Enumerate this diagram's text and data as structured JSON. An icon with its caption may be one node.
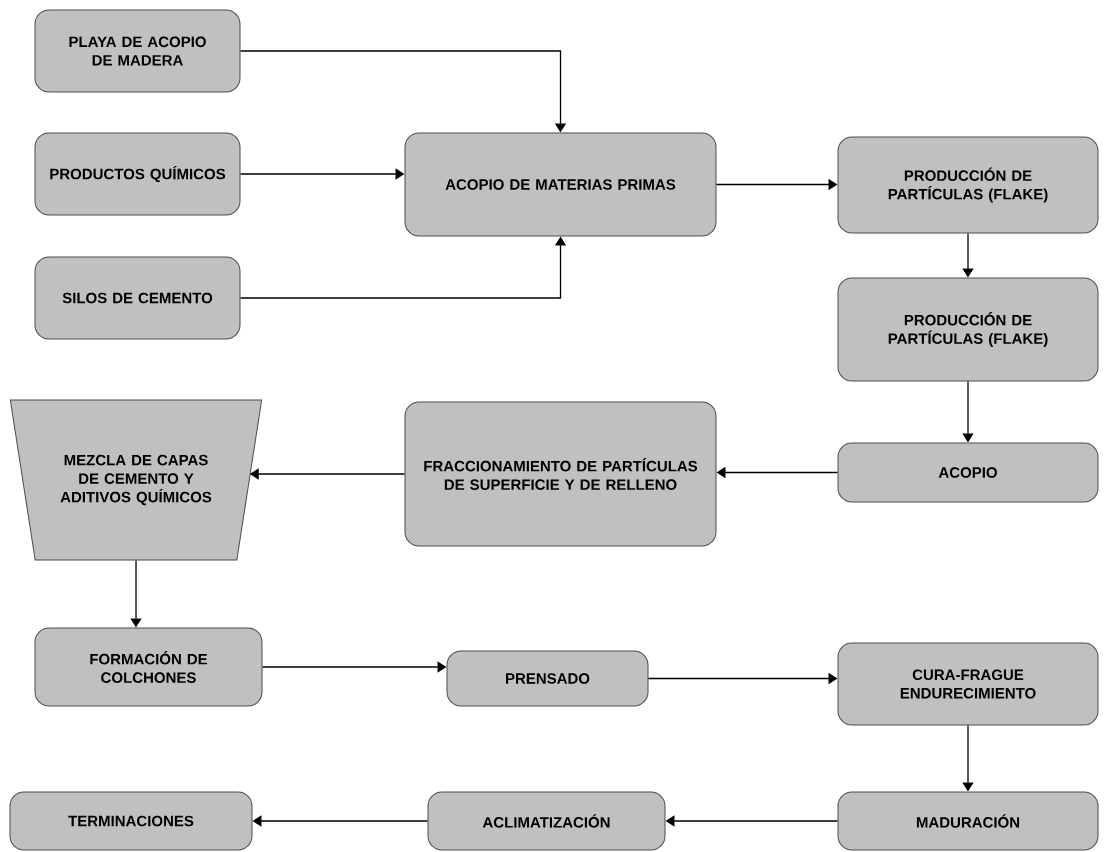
{
  "diagram": {
    "nodes": [
      {
        "text": [
          "PLAYA DE ACOPIO DE MADERA"
        ]
      },
      {
        "text": [
          "PRODUCTOS QUÍMICOS"
        ]
      },
      {
        "text": [
          "SILOS DE CEMENTO"
        ]
      },
      {
        "text": [
          "ACOPIO DE MATERIAS PRIMAS"
        ]
      },
      {
        "text": [
          "PRODUCCIÓN DE PARTÍCULAS (FLAKE)"
        ]
      },
      {
        "text": [
          "PRODUCCIÓN DE PARTÍCULAS (FLAKE)"
        ]
      },
      {
        "text": [
          "ACOPIO"
        ]
      },
      {
        "text": [
          "FRACCIONAMIENTO DE PARTÍCULAS DE SUPERFICIE Y DE RELLENO"
        ]
      },
      {
        "text": [
          "MEZCLA DE CAPAS DE CEMENTO Y ADITIVOS QUÍMICOS"
        ]
      },
      {
        "text": [
          "FORMACIÓN DE COLCHONES"
        ]
      },
      {
        "text": [
          "PRENSADO"
        ]
      },
      {
        "text": [
          "CURA-FRAGUE ENDURECIMIENTO"
        ]
      },
      {
        "text": [
          "MADURACIÓN"
        ]
      },
      {
        "text": [
          "ACLIMATIZACIÓN"
        ]
      },
      {
        "text": [
          "TERMINACIONES"
        ]
      }
    ],
    "edges": [
      {
        "from": 0,
        "to": 3,
        "arrow": "to"
      },
      {
        "from": 1,
        "to": 3,
        "arrow": "to"
      },
      {
        "from": 2,
        "to": 3,
        "arrow": "to"
      },
      {
        "from": 3,
        "to": 4,
        "arrow": "to"
      },
      {
        "from": 4,
        "to": 5,
        "arrow": "to"
      },
      {
        "from": 5,
        "to": 6,
        "arrow": "to"
      },
      {
        "from": 6,
        "to": 7,
        "arrow": "to"
      },
      {
        "from": 7,
        "to": 8,
        "arrow": "to"
      },
      {
        "from": 8,
        "to": 9,
        "arrow": "to"
      },
      {
        "from": 9,
        "to": 10,
        "arrow": "to"
      },
      {
        "from": 10,
        "to": 11,
        "arrow": "to"
      },
      {
        "from": 11,
        "to": 12,
        "arrow": "to"
      },
      {
        "from": 12,
        "to": 13,
        "arrow": "to"
      },
      {
        "from": 13,
        "to": 14,
        "arrow": "to"
      }
    ]
  }
}
